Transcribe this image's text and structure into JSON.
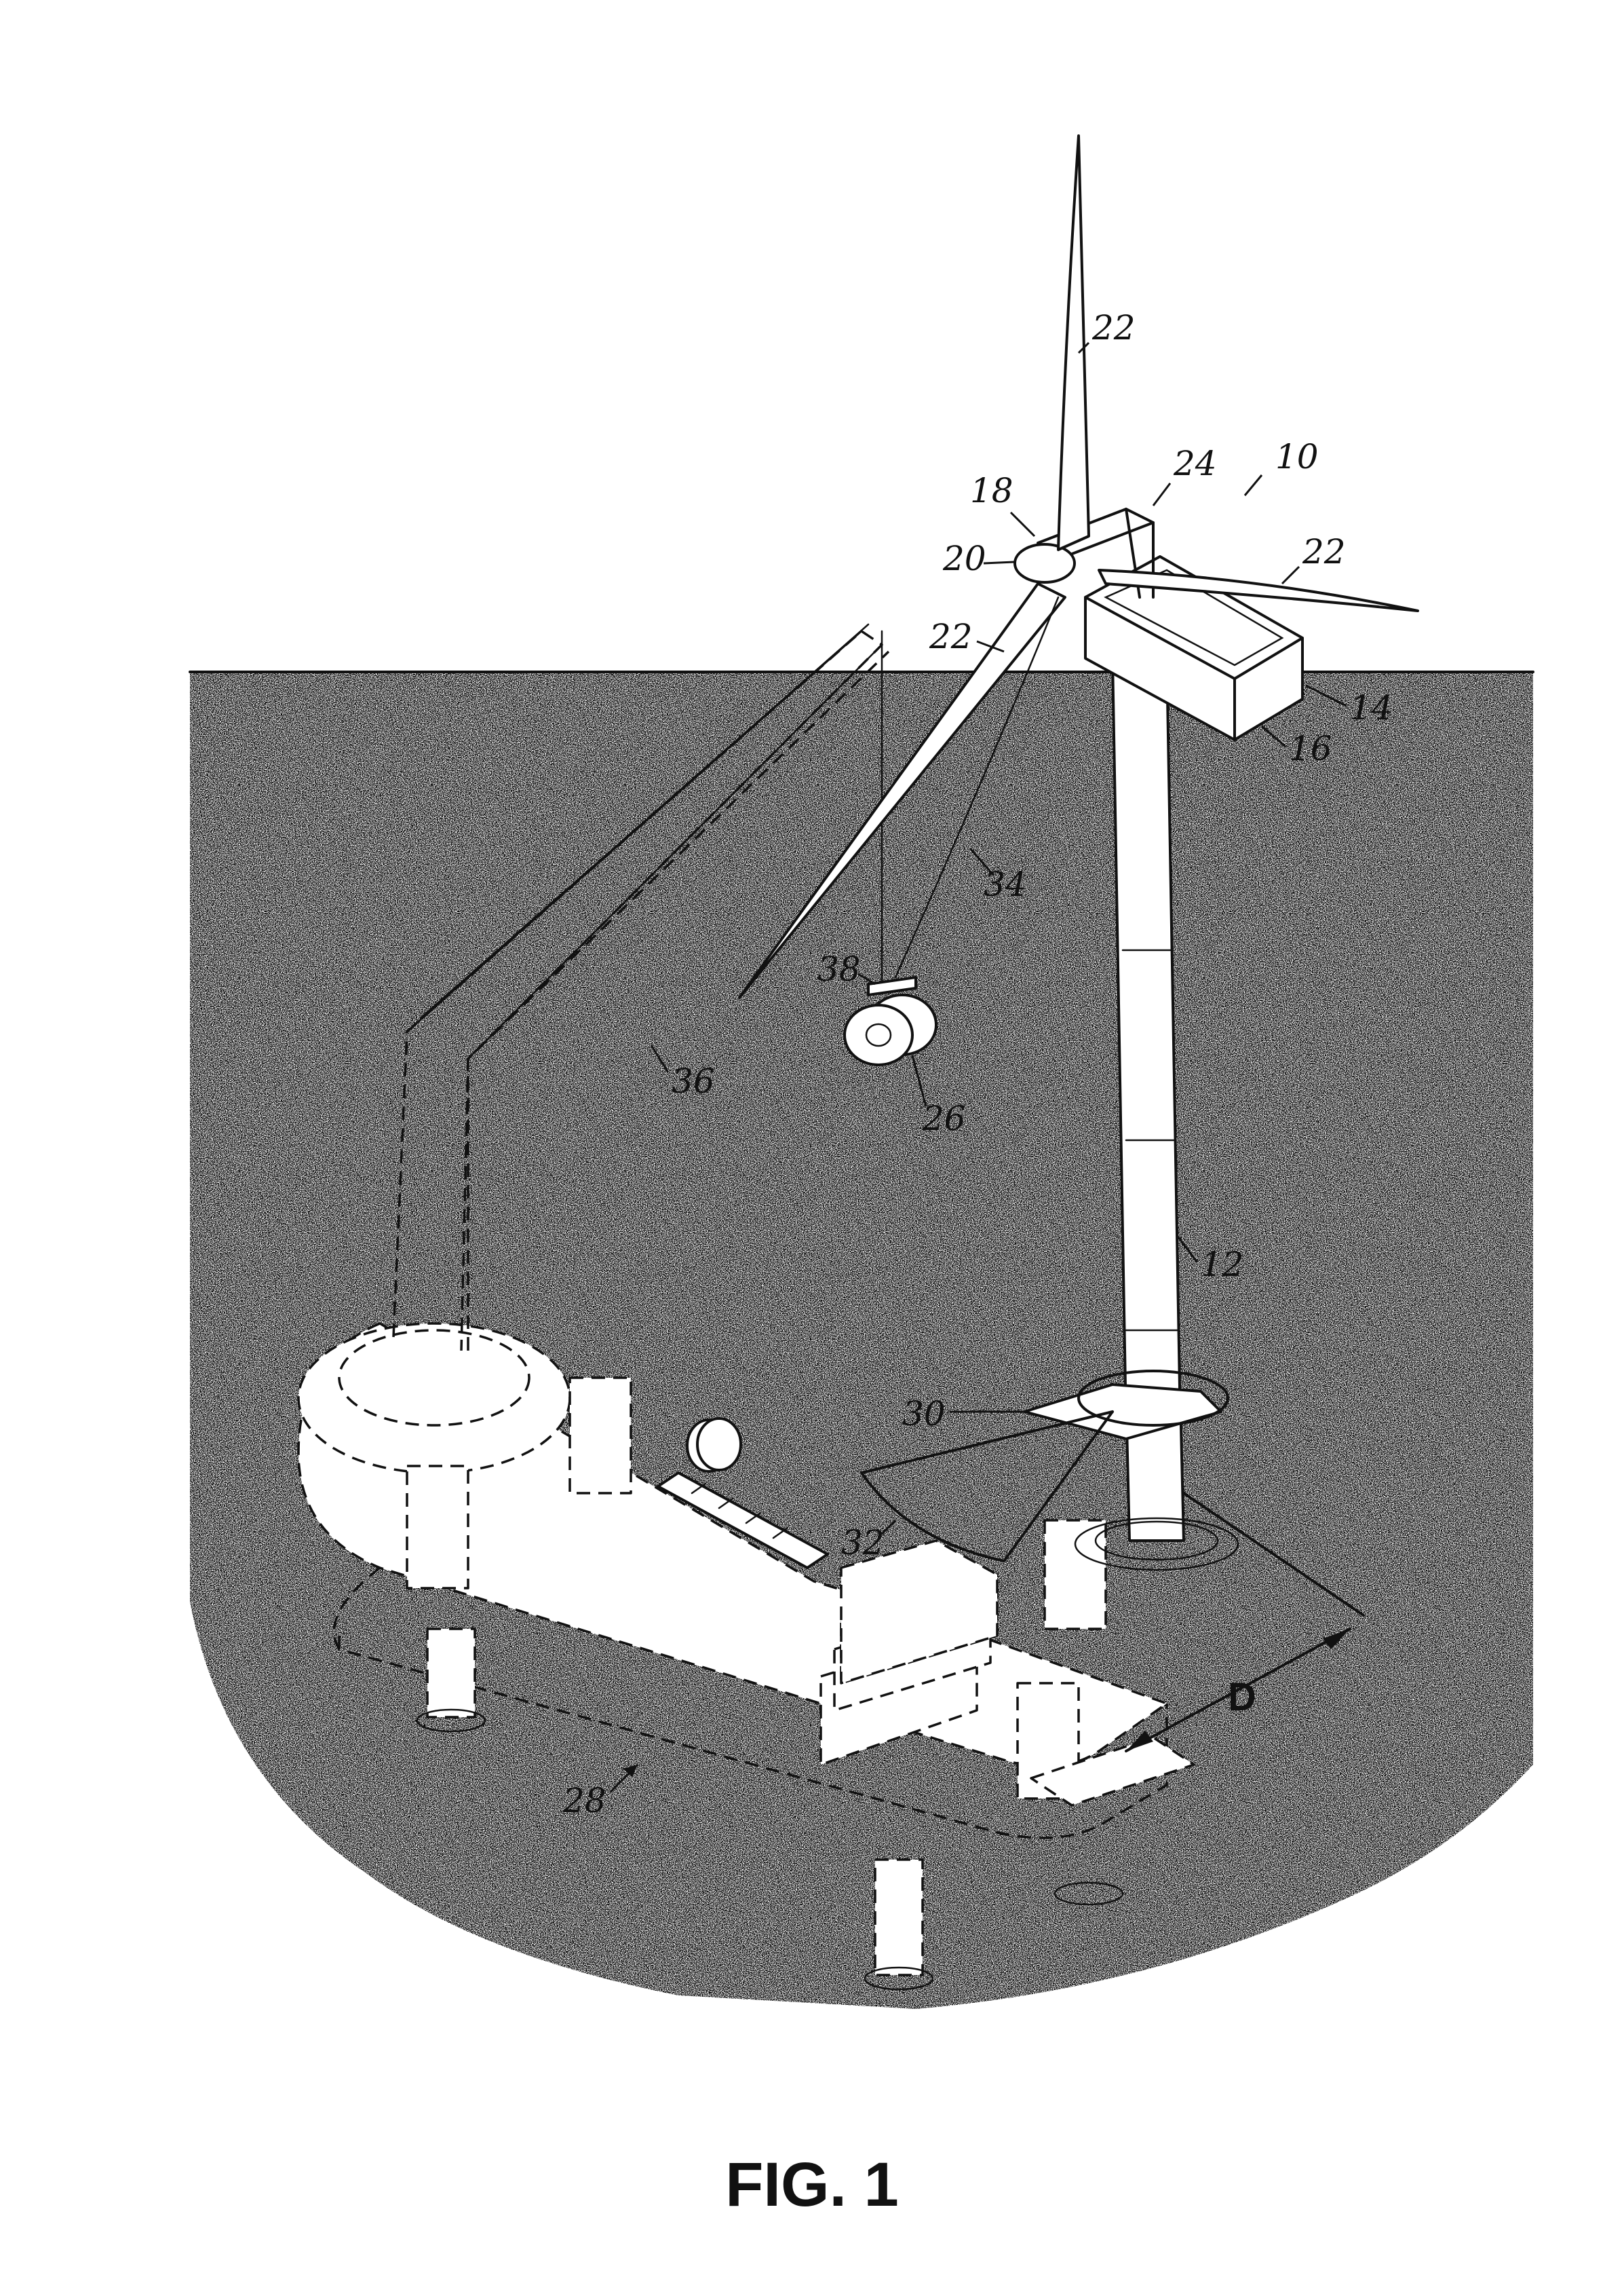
{
  "figure": {
    "caption": "FIG. 1",
    "dimension_label": "D",
    "reference_numerals": {
      "assembly": "10",
      "tower": "12",
      "nacelle": "14",
      "nacelle_housing": "16",
      "rotor": "18",
      "hub": "20",
      "blade_top": "22",
      "blade_right": "22",
      "blade_left": "22",
      "top_frame": "24",
      "component": "26",
      "vessel": "28",
      "platform": "30",
      "work_area": "32",
      "cable": "34",
      "crane": "36",
      "lifting_tool": "38"
    }
  }
}
